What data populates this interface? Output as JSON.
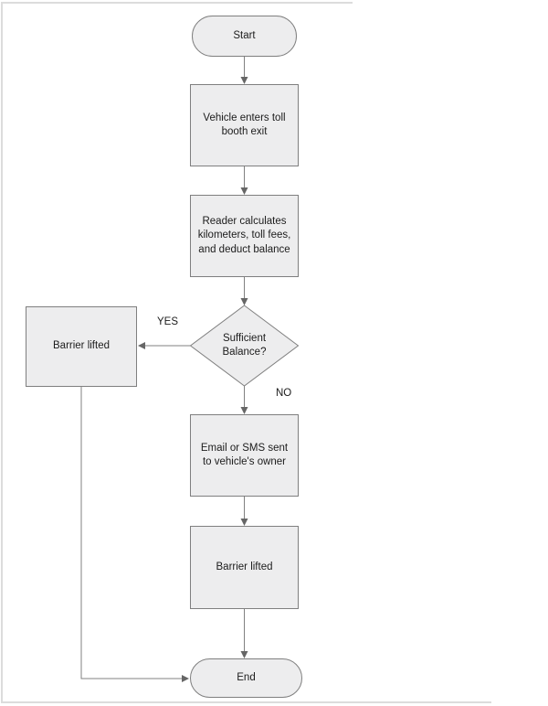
{
  "page": {
    "background": "#ffffff",
    "border_color": "#dcdcdc"
  },
  "flowchart": {
    "nodes": {
      "start": {
        "type": "terminator",
        "label": "Start"
      },
      "enter_booth": {
        "type": "process",
        "label": "Vehicle enters toll booth exit"
      },
      "reader_calculates": {
        "type": "process",
        "label": "Reader calculates kilometers, toll fees, and deduct balance"
      },
      "sufficient_balance": {
        "type": "decision",
        "label": "Sufficient Balance?"
      },
      "barrier_lifted_yes": {
        "type": "process",
        "label": "Barrier lifted"
      },
      "email_sms": {
        "type": "process",
        "label": "Email or SMS sent to vehicle's owner"
      },
      "barrier_lifted_no": {
        "type": "process",
        "label": "Barrier lifted"
      },
      "end": {
        "type": "terminator",
        "label": "End"
      }
    },
    "branch_labels": {
      "yes": "YES",
      "no": "NO"
    },
    "edges": [
      {
        "from": "start",
        "to": "enter_booth",
        "label": ""
      },
      {
        "from": "enter_booth",
        "to": "reader_calculates",
        "label": ""
      },
      {
        "from": "reader_calculates",
        "to": "sufficient_balance",
        "label": ""
      },
      {
        "from": "sufficient_balance",
        "to": "barrier_lifted_yes",
        "label": "YES"
      },
      {
        "from": "sufficient_balance",
        "to": "email_sms",
        "label": "NO"
      },
      {
        "from": "email_sms",
        "to": "barrier_lifted_no",
        "label": ""
      },
      {
        "from": "barrier_lifted_no",
        "to": "end",
        "label": ""
      },
      {
        "from": "barrier_lifted_yes",
        "to": "end",
        "label": ""
      }
    ],
    "colors": {
      "node_fill": "#ededee",
      "node_border": "#7f7f7f",
      "connector": "#808080",
      "arrowhead": "#666666",
      "text": "#1c1c1c"
    }
  }
}
